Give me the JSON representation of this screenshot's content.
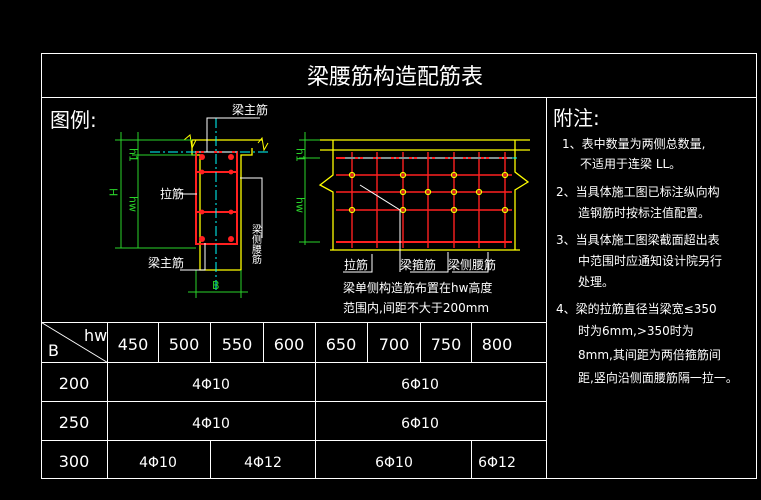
{
  "title": "梁腰筋构造配筋表",
  "legend_heading": "图例:",
  "notes_heading": "附注:",
  "section1": {
    "label_main_top": "梁主筋",
    "label_tie": "拉筋",
    "label_main_bottom": "梁主筋",
    "label_side_bars": "梁侧腰筋",
    "dim_h1": "h1",
    "dim_H": "H",
    "dim_hw": "hw",
    "dim_B": "B"
  },
  "section2": {
    "label_tie": "拉筋",
    "label_stirrup": "梁箍筋",
    "label_side": "梁侧腰筋",
    "dim_h1": "h1",
    "dim_hw": "hw",
    "caption_line1": "梁单侧构造筋布置在hw高度",
    "caption_line2": "范围内,间距不大于200mm"
  },
  "notes": [
    "1、表中数量为两侧总数量,",
    "不适用于连梁 LL。",
    "2、当具体施工图已标注纵向构",
    "造钢筋时按标注值配置。",
    "3、当具体施工图梁截面超出表",
    "中范围时应通知设计院另行",
    "处理。",
    "4、梁的拉筋直径当梁宽≤350",
    "时为6mm,>350时为",
    "8mm,其间距为两倍箍筋间",
    "距,竖向沿侧面腰筋隔一拉一。"
  ],
  "table": {
    "corner_hw": "hw",
    "corner_B": "B",
    "hw_values": [
      "450",
      "500",
      "550",
      "600",
      "650",
      "700",
      "750",
      "800"
    ],
    "rows": [
      {
        "B": "200",
        "cells": [
          "4Φ10",
          "6Φ10"
        ]
      },
      {
        "B": "250",
        "cells": [
          "4Φ10",
          "6Φ10"
        ]
      },
      {
        "B": "300",
        "cells": [
          "4Φ10",
          "4Φ12",
          "6Φ10",
          "6Φ12"
        ]
      }
    ]
  },
  "colors": {
    "line": "#ffffff",
    "rebar": "#ff2020",
    "dimension": "#2ad32a",
    "outline": "#ffff00",
    "hatch": "#ff00ff",
    "centerline": "#00ffff"
  }
}
